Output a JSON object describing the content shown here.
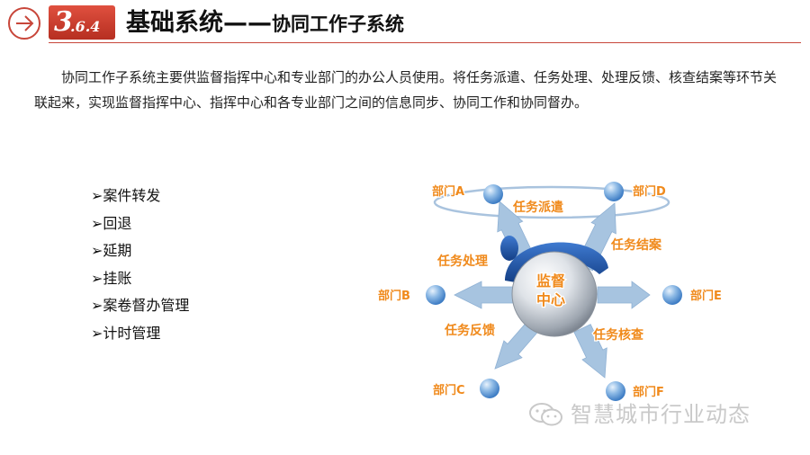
{
  "header": {
    "section_major": "3",
    "section_minor": ".6.4",
    "title": "基础系统——",
    "subtitle": "协同工作子系统"
  },
  "intro": {
    "text": "协同工作子系统主要供监督指挥中心和专业部门的办公人员使用。将任务派遣、任务处理、处理反馈、核查结案等环节关联起来，实现监督指挥中心、指挥中心和各专业部门之间的信息同步、协同工作和协同督办。"
  },
  "features": {
    "items": [
      "➢案件转发",
      "➢回退",
      "➢延期",
      "➢挂账",
      "➢案卷督办管理",
      "➢计时管理"
    ]
  },
  "diagram": {
    "center": {
      "line1": "监督",
      "line2": "中心"
    },
    "departments": {
      "a": "部门A",
      "b": "部门B",
      "c": "部门C",
      "d": "部门D",
      "e": "部门E",
      "f": "部门F"
    },
    "tasks": {
      "dispatch": "任务派遣",
      "handle": "任务处理",
      "close": "任务结案",
      "feedback": "任务反馈",
      "verify": "任务核查"
    },
    "colors": {
      "label_text": "#f08a1c",
      "label_outline": "#ffffff",
      "arrow": "#9fbedb",
      "node": "#5b9bd5",
      "cap": "#1f55a8"
    }
  },
  "watermark": {
    "text": "智慧城市行业动态"
  },
  "colors": {
    "accent": "#c8463a"
  }
}
